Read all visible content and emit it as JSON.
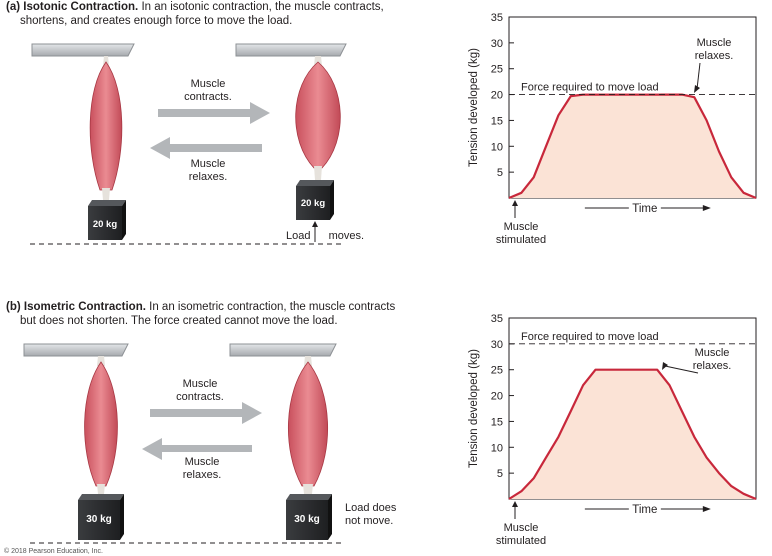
{
  "panel_a": {
    "header_bold": "(a) Isotonic Contraction.",
    "header_line1": " In an isotonic contraction, the muscle contracts,",
    "header_line2": "shortens, and creates enough force to move the load.",
    "arrow_right_label": [
      "Muscle",
      "contracts."
    ],
    "arrow_left_label": [
      "Muscle",
      "relaxes."
    ],
    "weight_left": "20 kg",
    "weight_right": "20 kg",
    "load_note": "Load moves.",
    "load_note_parts": [
      "Load",
      "moves."
    ]
  },
  "panel_b": {
    "header_bold": "(b) Isometric Contraction.",
    "header_line1": " In an isometric contraction, the muscle contracts",
    "header_line2": "but does not shorten. The force created cannot move the load.",
    "arrow_right_label": [
      "Muscle",
      "contracts."
    ],
    "arrow_left_label": [
      "Muscle",
      "relaxes."
    ],
    "weight_left": "30 kg",
    "weight_right": "30 kg",
    "load_note": [
      "Load does",
      "not move."
    ]
  },
  "copyright": "© 2018 Pearson Education, Inc.",
  "chart_data": [
    {
      "type": "area",
      "ylabel": "Tension developed (kg)",
      "xlabel": "Time",
      "ylim": [
        0,
        35
      ],
      "yticks": [
        5,
        10,
        15,
        20,
        25,
        30,
        35
      ],
      "x": [
        0,
        0.05,
        0.1,
        0.15,
        0.2,
        0.25,
        0.3,
        0.4,
        0.5,
        0.6,
        0.7,
        0.75,
        0.8,
        0.85,
        0.9,
        0.95,
        1.0
      ],
      "values": [
        0,
        1,
        4,
        10,
        16,
        19.7,
        20,
        20,
        20,
        20,
        20,
        19.5,
        15,
        9,
        4,
        1,
        0
      ],
      "threshold": 20,
      "threshold_label": "Force required to move load",
      "annotations": [
        "Muscle relaxes.",
        "Muscle stimulated"
      ],
      "fill_color": "#fbe3d6",
      "line_color": "#c8283b"
    },
    {
      "type": "area",
      "ylabel": "Tension developed (kg)",
      "xlabel": "Time",
      "ylim": [
        0,
        35
      ],
      "yticks": [
        5,
        10,
        15,
        20,
        25,
        30,
        35
      ],
      "x": [
        0,
        0.05,
        0.1,
        0.15,
        0.2,
        0.25,
        0.3,
        0.35,
        0.4,
        0.5,
        0.6,
        0.65,
        0.7,
        0.75,
        0.8,
        0.85,
        0.9,
        0.95,
        1.0
      ],
      "values": [
        0,
        1.5,
        4,
        8,
        12,
        17,
        22,
        25,
        25,
        25,
        25,
        22,
        17,
        12,
        8,
        5,
        2.5,
        1,
        0
      ],
      "threshold": 30,
      "threshold_label": "Force required to move load",
      "annotations": [
        "Muscle relaxes.",
        "Muscle stimulated"
      ],
      "fill_color": "#fbe3d6",
      "line_color": "#c8283b"
    }
  ],
  "chart_text": {
    "a": {
      "relax": [
        "Muscle",
        "relaxes."
      ],
      "stim": [
        "Muscle",
        "stimulated"
      ]
    },
    "b": {
      "relax": [
        "Muscle",
        "relaxes."
      ],
      "stim": [
        "Muscle",
        "stimulated"
      ]
    }
  },
  "colors": {
    "muscle": "#e0707a",
    "muscle_dark": "#c24a57",
    "bar": "#c9cdd1",
    "box": "#2b2d30",
    "arrow": "#a9acaf"
  }
}
